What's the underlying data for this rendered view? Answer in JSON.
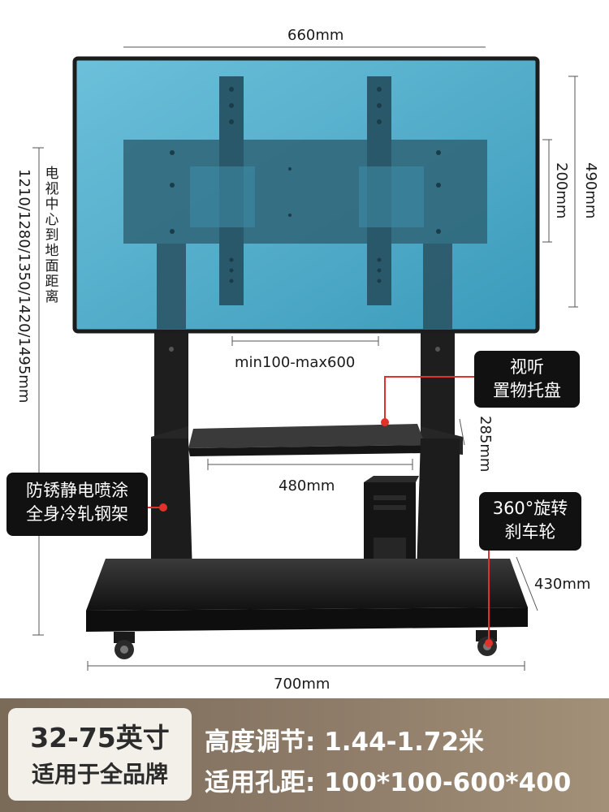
{
  "dimensions": {
    "width_top": "660mm",
    "height_right": "490mm",
    "vesa_vertical": "200mm",
    "vesa_horizontal": "min100-max600",
    "tray_width": "480mm",
    "tray_height": "285mm",
    "base_depth": "430mm",
    "base_width": "700mm",
    "ground_heights": "1210/1280/1350/1420/1495mm"
  },
  "left_vertical_label": [
    "电",
    "视",
    "中",
    "心",
    "到",
    "地",
    "面",
    "距",
    "离"
  ],
  "callouts": {
    "tray": [
      "视听",
      "置物托盘"
    ],
    "frame": [
      "防锈静电喷涂",
      "全身冷轧钢架"
    ],
    "wheel": [
      "360°旋转",
      "刹车轮"
    ]
  },
  "banner": {
    "size_line": "32-75英寸",
    "brand_line": "适用于全品牌",
    "height_spec": "高度调节: 1.44-1.72米",
    "hole_spec": "适用孔距: 100*100-600*400"
  },
  "colors": {
    "screen": "#4aa8c6",
    "frame": "#1f1f1f",
    "bracket": "#2a4f60",
    "banner_bg": "#8a7864",
    "callout_bg": "#111111",
    "accent_dot": "#e0322b"
  }
}
